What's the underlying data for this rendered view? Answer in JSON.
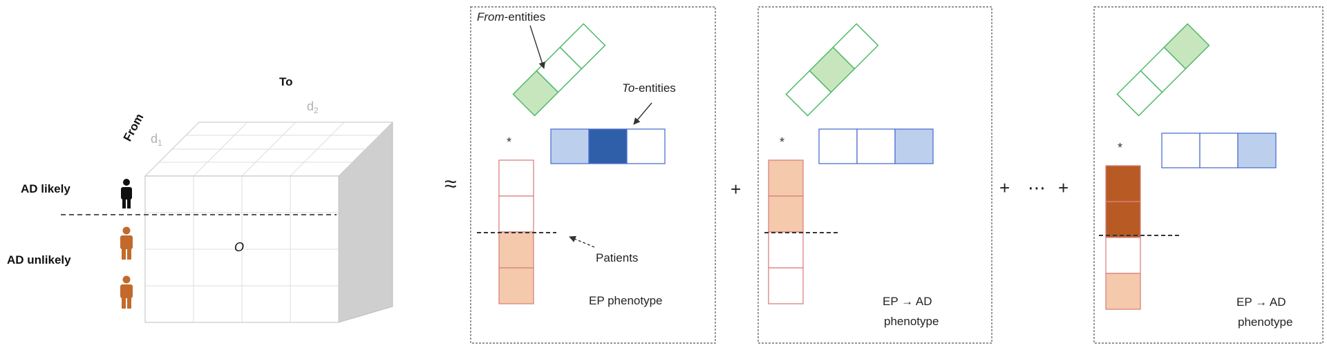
{
  "tensor": {
    "axis_to_label": "To",
    "axis_from_label": "From",
    "dim_to": "d",
    "dim_to_sub": "2",
    "dim_from": "d",
    "dim_from_sub": "1",
    "center_symbol": "O",
    "group_likely": "AD likely",
    "group_unlikely": "AD unlikely"
  },
  "operators": {
    "approx": "≈",
    "plus_1": "+",
    "plus_2": "+",
    "ellipsis": "⋯",
    "plus_3": "+",
    "star_1": "*",
    "star_2": "*",
    "star_3": "*"
  },
  "panel_1": {
    "from_entities_italic": "From",
    "from_entities_rest": "-entities",
    "to_entities_italic": "To",
    "to_entities_rest": "-entities",
    "patients_label": "Patients",
    "phenotype_label": "EP phenotype"
  },
  "panel_2": {
    "phenotype_line1": "EP → AD",
    "phenotype_line2": "phenotype"
  },
  "panel_3": {
    "phenotype_line1": "EP → AD",
    "phenotype_line2": "phenotype"
  },
  "colors": {
    "green_stroke": "#4fb86b",
    "green_fill": "#c8e6bd",
    "blue_stroke": "#4f6fd0",
    "blue_light": "#bcd0ee",
    "blue_dark": "#2f5fa8",
    "orange_stroke": "#d9827f",
    "orange_fill": "#f4c9ac",
    "orange_dark": "#b85a24",
    "person_dark": "#111111",
    "person_orange": "#c26a2c"
  }
}
